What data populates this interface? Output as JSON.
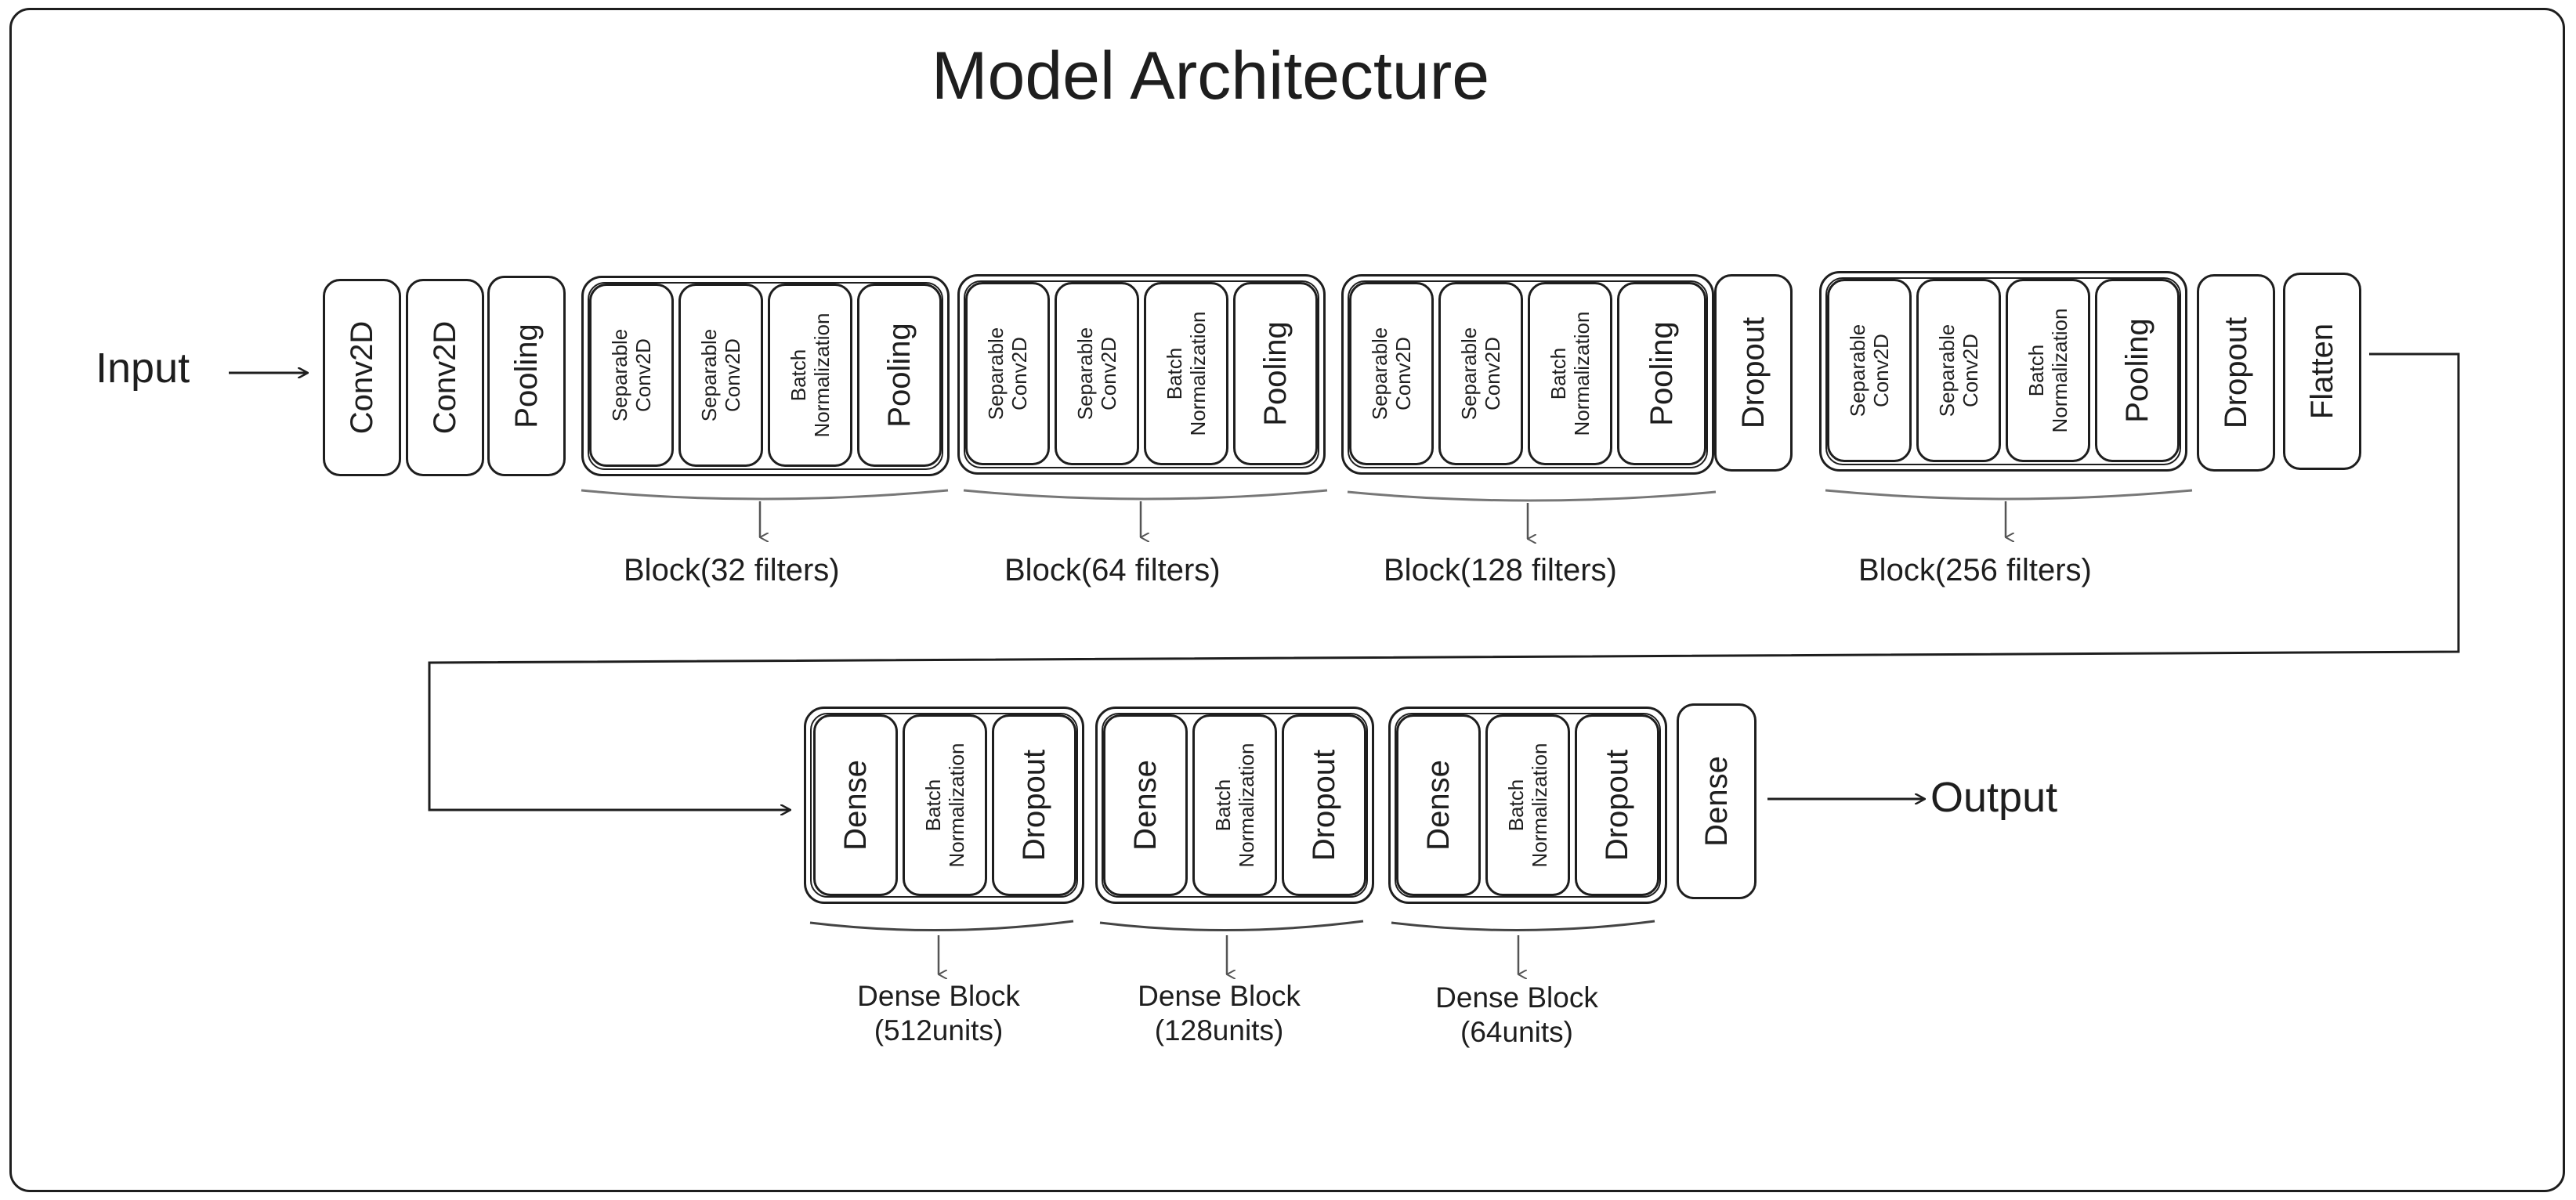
{
  "title": "Model Architecture",
  "input_label": "Input",
  "output_label": "Output",
  "stem": [
    "Conv2D",
    "Conv2D",
    "Pooling"
  ],
  "conv_blocks": [
    {
      "layers": [
        "Separable\nConv2D",
        "Separable\nConv2D",
        "Batch\nNormalization",
        "Pooling"
      ],
      "label": "Block(32 filters)"
    },
    {
      "layers": [
        "Separable\nConv2D",
        "Separable\nConv2D",
        "Batch\nNormalization",
        "Pooling"
      ],
      "label": "Block(64 filters)"
    },
    {
      "layers": [
        "Separable\nConv2D",
        "Separable\nConv2D",
        "Batch\nNormalization",
        "Pooling"
      ],
      "label": "Block(128 filters)"
    },
    {
      "layers": [
        "Separable\nConv2D",
        "Separable\nConv2D",
        "Batch\nNormalization",
        "Pooling"
      ],
      "label": "Block(256 filters)"
    }
  ],
  "dropout_after_block3": "Dropout",
  "tail": [
    "Dropout",
    "Flatten"
  ],
  "dense_blocks": [
    {
      "layers": [
        "Dense",
        "Batch\nNormalization",
        "Dropout"
      ],
      "label": "Dense Block\n(512units)"
    },
    {
      "layers": [
        "Dense",
        "Batch\nNormalization",
        "Dropout"
      ],
      "label": "Dense Block\n(128units)"
    },
    {
      "layers": [
        "Dense",
        "Batch\nNormalization",
        "Dropout"
      ],
      "label": "Dense Block\n(64units)"
    }
  ],
  "final_layer": "Dense"
}
